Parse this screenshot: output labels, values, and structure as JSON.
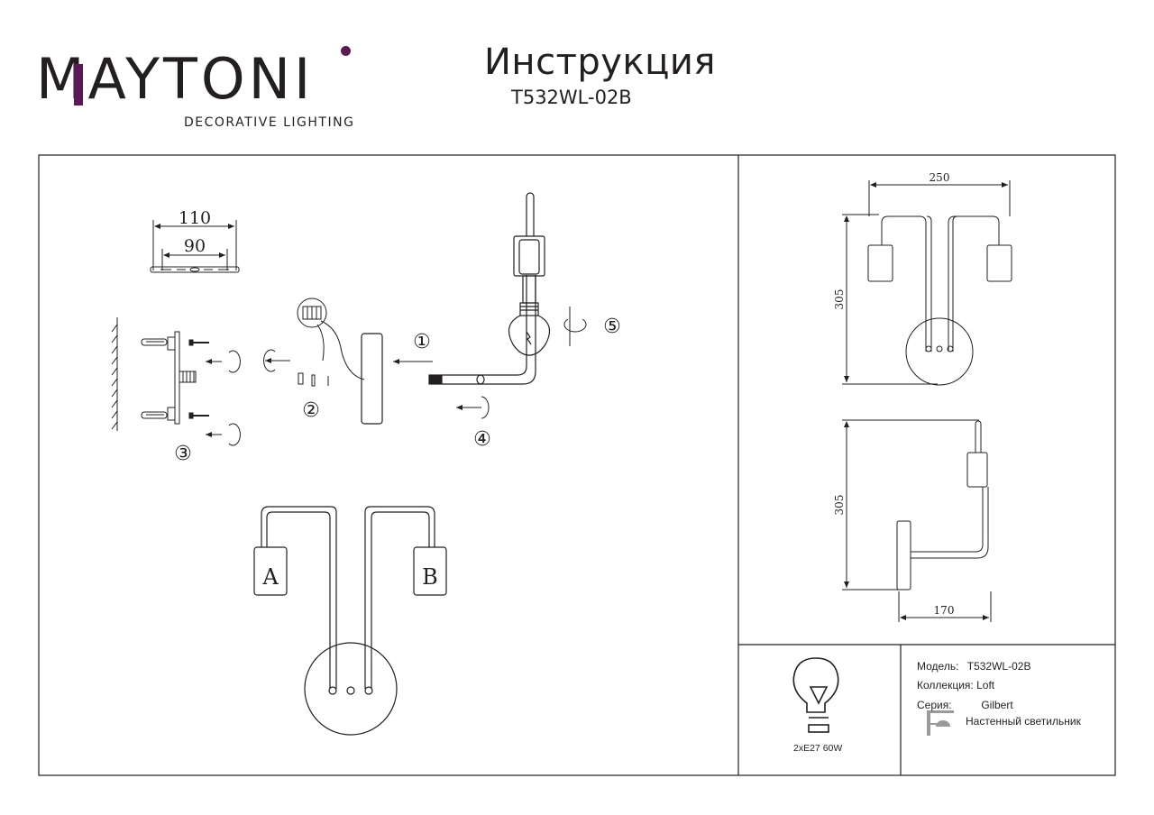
{
  "header": {
    "brand": "MAYTONI",
    "tagline": "DECORATIVE LIGHTING",
    "title": "Инструкция",
    "model_code": "T532WL-02B",
    "brand_dot_color": "#5b1a55"
  },
  "assembly": {
    "plate_width_outer": "110",
    "plate_width_inner": "90",
    "steps": [
      "①",
      "②",
      "③",
      "④",
      "⑤"
    ],
    "socket_labels": [
      "A",
      "B"
    ]
  },
  "dimensions": {
    "front_width": "250",
    "front_height": "305",
    "side_height": "305",
    "side_depth": "170"
  },
  "specs": {
    "bulb": "2xE27 60W",
    "model_label": "Модель:",
    "model_value": "T532WL-02B",
    "collection_label": "Коллекция:",
    "collection_value": "Loft",
    "series_label": "Серия:",
    "series_value": "Gilbert",
    "type_value": "Настенный светильник"
  }
}
